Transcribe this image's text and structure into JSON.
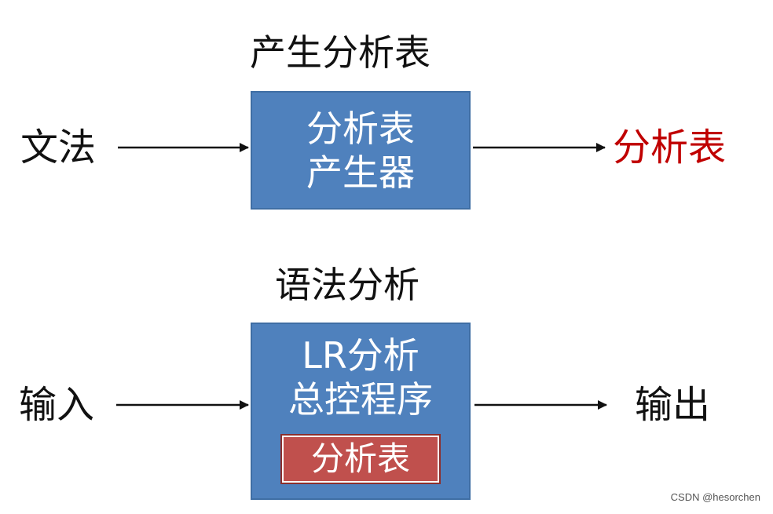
{
  "top": {
    "title": "产生分析表",
    "input": "文法",
    "box_lines": [
      "分析表",
      "产生器"
    ],
    "output": "分析表"
  },
  "bottom": {
    "title": "语法分析",
    "input": "输入",
    "box_lines": [
      "LR分析",
      "总控程序"
    ],
    "inner_box": "分析表",
    "output": "输出"
  },
  "watermark": "CSDN @hesorchen",
  "colors": {
    "box_blue": "#4f81bd",
    "inner_red": "#c0504d",
    "output_red": "#c00000",
    "arrow": "#111111"
  }
}
